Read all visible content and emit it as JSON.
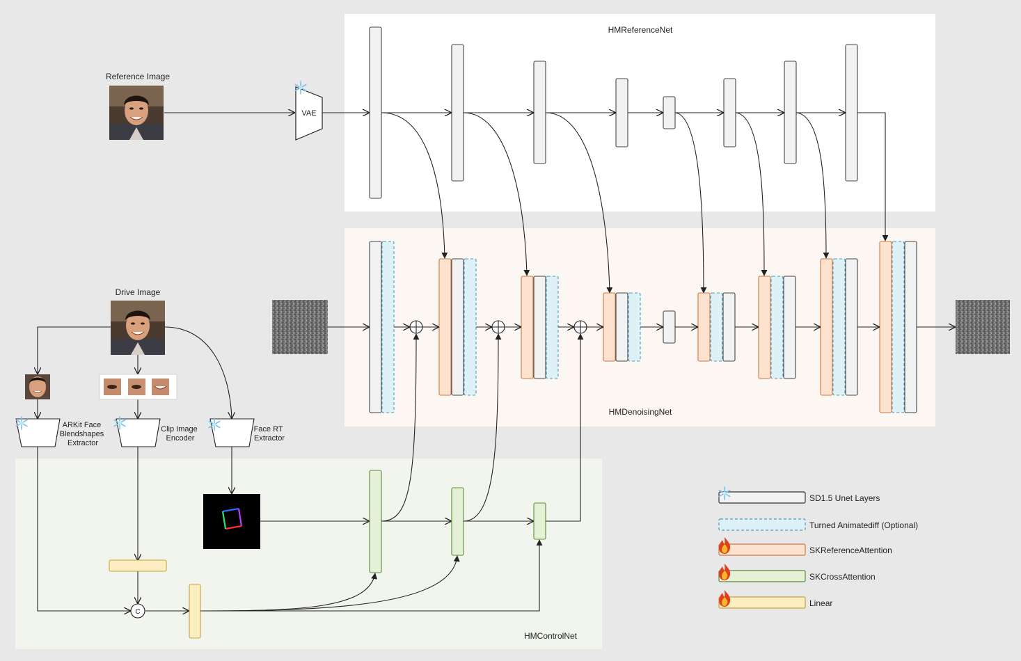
{
  "panels": {
    "reference_net": "HMReferenceNet",
    "denoising_net": "HMDenoisingNet",
    "control_net": "HMControlNet"
  },
  "inputs": {
    "reference_image": "Reference Image",
    "drive_image": "Drive Image"
  },
  "encoders": {
    "vae": "VAE",
    "arkit": [
      "ARKit Face",
      "Blendshapes",
      "Extractor"
    ],
    "clip": [
      "Clip Image",
      "Encoder"
    ],
    "face_rt": [
      "Face RT",
      "Extractor"
    ]
  },
  "concat_symbol": "C",
  "legend": [
    {
      "label": "SD1.5 Unet Layers",
      "kind": "frozen",
      "fill": "#f2f2f2",
      "stroke": "#333333",
      "dashed": false
    },
    {
      "label": "Turned Animatediff (Optional)",
      "kind": "none",
      "fill": "#ddf1f7",
      "stroke": "#4a9bbb",
      "dashed": true
    },
    {
      "label": "SKReferenceAttention",
      "kind": "fire",
      "fill": "#fde3cf",
      "stroke": "#c97a44",
      "dashed": false
    },
    {
      "label": "SKCrossAttention",
      "kind": "fire",
      "fill": "#e4f1d6",
      "stroke": "#5b8a3a",
      "dashed": false
    },
    {
      "label": "Linear",
      "kind": "fire",
      "fill": "#fbefc2",
      "stroke": "#c8a23a",
      "dashed": false
    }
  ],
  "colors": {
    "reference_panel": "#ffffff",
    "denoising_panel": "#fcf7f2",
    "control_panel": "#f2f5ee",
    "unet": "#f2f2f2",
    "animatediff": "#ddf1f7",
    "ref_attention": "#fde3cf",
    "cross_attention": "#e4f1d6",
    "linear": "#fbefc2"
  },
  "icons": [
    "snowflake-icon",
    "fire-icon",
    "face-photo",
    "noise-latent",
    "pose-cube"
  ]
}
